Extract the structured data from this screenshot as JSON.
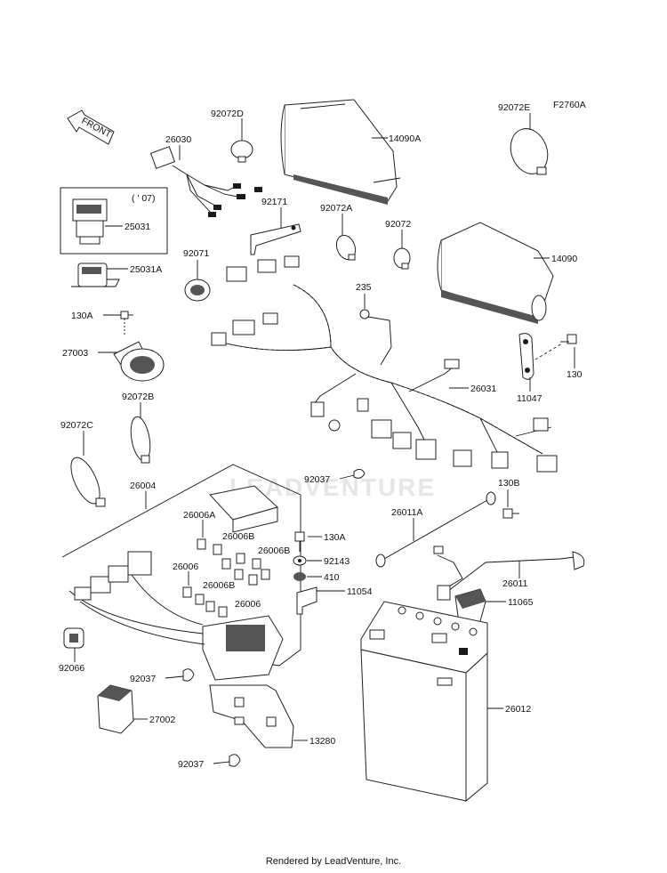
{
  "figure_code": "F2760A",
  "front_label": "FRONT",
  "watermark": "LEADVENTURE",
  "footer": "Rendered by LeadVenture, Inc.",
  "labels": {
    "p92072D": "92072D",
    "p92072E": "92072E",
    "p14090A": "14090A",
    "p26030": "26030",
    "p07": "( ' 07)",
    "p25031": "25031",
    "p92171": "92171",
    "p92072A": "92072A",
    "p92072": "92072",
    "p14090": "14090",
    "p92071": "92071",
    "p25031A": "25031A",
    "p235": "235",
    "p130A_1": "130A",
    "p27003": "27003",
    "p130": "130",
    "p11047": "11047",
    "p26031": "26031",
    "p92072B": "92072B",
    "p92072C": "92072C",
    "p92037_1": "92037",
    "p26004": "26004",
    "p130B": "130B",
    "p26006A": "26006A",
    "p26006B_1": "26006B",
    "p130A_2": "130A",
    "p26011A": "26011A",
    "p26006B_2": "26006B",
    "p26006_1": "26006",
    "p92143": "92143",
    "p410": "410",
    "p11054": "11054",
    "p26011": "26011",
    "p26006B_3": "26006B",
    "p26006_2": "26006",
    "p11065": "11065",
    "p92066": "92066",
    "p92037_2": "92037",
    "p27002": "27002",
    "p26012": "26012",
    "p13280": "13280",
    "p92037_3": "92037"
  }
}
